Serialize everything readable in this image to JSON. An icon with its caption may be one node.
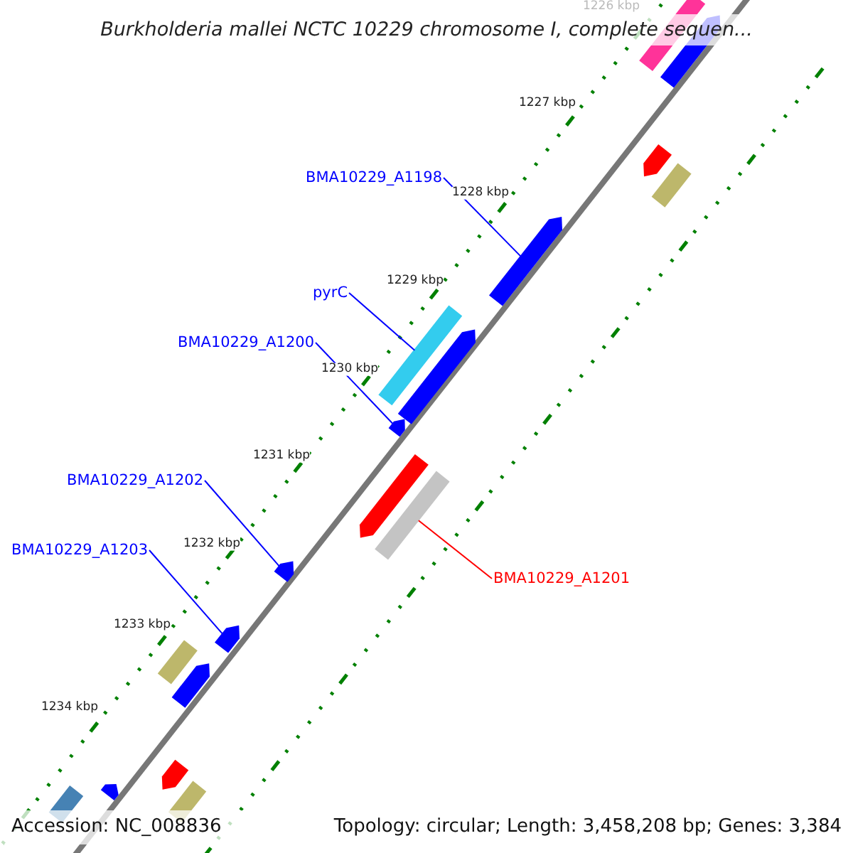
{
  "diagram": {
    "title": "Burkholderia mallei NCTC 10229 chromosome I, complete sequen...",
    "nodes": [
      {
        "text": [
          "BMA10229_A1198"
        ]
      },
      {
        "text": [],
        "shape": "bar"
      },
      {
        "text": [
          "pyrC"
        ]
      },
      {
        "text": [],
        "shape": "bar"
      },
      {
        "text": [
          "BMA10229_A1200"
        ]
      },
      {
        "text": [],
        "shape": "bar"
      },
      {
        "text": [
          "BMA10229_A1202"
        ]
      },
      {
        "text": [],
        "shape": "bar"
      },
      {
        "text": [
          "BMA10229_A1203"
        ]
      },
      {
        "text": [],
        "shape": "bar"
      },
      {
        "text": [
          "BMA10229_A1201"
        ]
      },
      {
        "text": [],
        "shape": "bar"
      },
      {
        "text": [],
        "shape": "bar"
      },
      {
        "text": [],
        "shape": "bar"
      },
      {
        "text": [],
        "shape": "bar"
      },
      {
        "text": [],
        "shape": "bar"
      },
      {
        "text": [],
        "shape": "bar"
      },
      {
        "text": [],
        "shape": "bar"
      },
      {
        "text": [],
        "shape": "bar"
      },
      {
        "text": [],
        "shape": "bar"
      },
      {
        "text": [],
        "shape": "bar"
      },
      {
        "text": [],
        "shape": "bar"
      },
      {
        "text": [],
        "shape": "bar"
      },
      {
        "text": [],
        "shape": "bar"
      }
    ],
    "edges": [
      {
        "from": 0,
        "to": 1,
        "arrow": "none"
      },
      {
        "from": 2,
        "to": 3,
        "arrow": "none"
      },
      {
        "from": 4,
        "to": 5,
        "arrow": "none"
      },
      {
        "from": 6,
        "to": 7,
        "arrow": "none"
      },
      {
        "from": 8,
        "to": 9,
        "arrow": "none"
      },
      {
        "from": 10,
        "to": 11,
        "arrow": "none",
        "color": "#ff0000"
      }
    ],
    "labels": [
      "1226 kbp",
      "1227 kbp",
      "1228 kbp",
      "1229 kbp",
      "1230 kbp",
      "1231 kbp",
      "1232 kbp",
      "1233 kbp",
      "1234 kbp",
      "Accession: NC_008836",
      "Topology: circular; Length: 3,458,208 bp; Genes: 3,384"
    ]
  }
}
